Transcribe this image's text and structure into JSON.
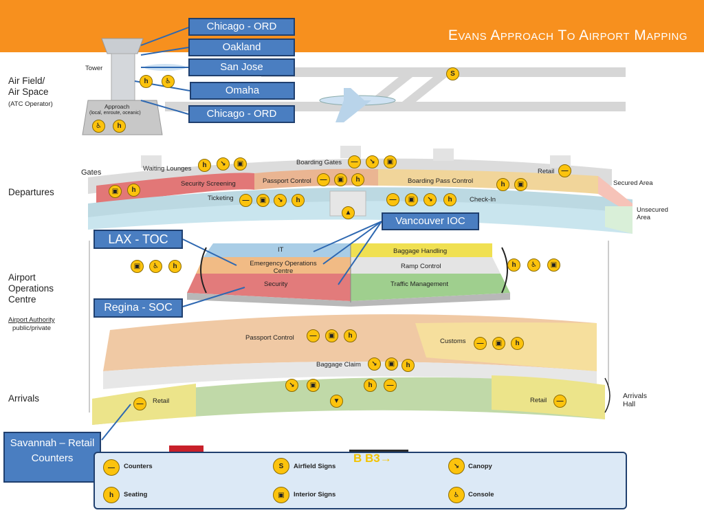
{
  "title": "Evans Approach To Airport Mapping",
  "sections": {
    "airfield": {
      "line1": "Air Field/",
      "line2": "Air Space",
      "sub": "(ATC Operator)"
    },
    "departures": "Departures",
    "aoc": {
      "line1": "Airport",
      "line2": "Operations",
      "line3": "Centre",
      "sub1": "Airport Authority",
      "sub2": "public/private"
    },
    "arrivals": "Arrivals"
  },
  "airfield": {
    "tower": "Tower",
    "approach": "Approach",
    "approach_sub": "(local, enroute, oceanic)"
  },
  "callouts": {
    "chicago1": "Chicago - ORD",
    "oakland": "Oakland",
    "sanjose": "San Jose",
    "omaha": "Omaha",
    "chicago2": "Chicago - ORD",
    "vancouver": "Vancouver IOC",
    "lax": "LAX - TOC",
    "regina": "Regina - SOC",
    "savannah": "Savannah – Retail Counters"
  },
  "departures": {
    "gates": "Gates",
    "waiting": "Waiting Lounges",
    "boarding_gates": "Boarding Gates",
    "retail": "Retail",
    "security_screening": "Security Screening",
    "passport": "Passport Control",
    "boarding_pass": "Boarding Pass Control",
    "secured": "Secured Area",
    "ticketing": "Ticketing",
    "checkin": "Check-In",
    "unsecured1": "Unsecured",
    "unsecured2": "Area"
  },
  "aoc": {
    "it": "IT",
    "eoc1": "Emergency Operations",
    "eoc2": "Centre",
    "security": "Security",
    "baggage": "Baggage Handling",
    "ramp": "Ramp Control",
    "traffic": "Traffic Management"
  },
  "arrivals": {
    "passport": "Passport Control",
    "customs": "Customs",
    "baggage_claim": "Baggage Claim",
    "retail_left": "Retail",
    "retail_right": "Retail",
    "hall1": "Arrivals",
    "hall2": "Hall"
  },
  "legend": {
    "counters": "Counters",
    "seating": "Seating",
    "airfield_signs": "Airfield Signs",
    "interior_signs": "Interior Signs",
    "canopy": "Canopy",
    "console": "Console",
    "sign_text": "B B3→"
  },
  "icons": [
    "tower-icon",
    "plane-icon",
    "counter-icon",
    "seating-icon",
    "canopy-icon",
    "console-icon",
    "interior-sign-icon",
    "airfield-sign-icon"
  ],
  "colors": {
    "header": "#f7901e",
    "callout": "#4a7ec1",
    "badge": "#fcc30d"
  }
}
